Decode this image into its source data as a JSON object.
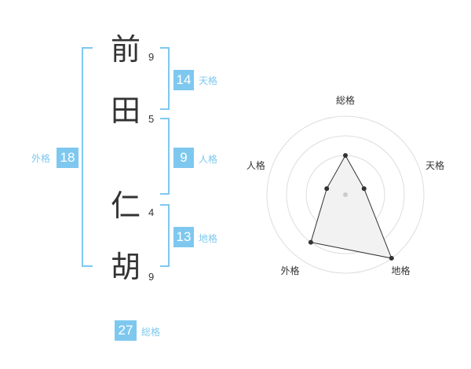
{
  "name": {
    "characters": [
      {
        "char": "前",
        "strokes": "9"
      },
      {
        "char": "田",
        "strokes": "5"
      },
      {
        "char": "仁",
        "strokes": "4"
      },
      {
        "char": "胡",
        "strokes": "9"
      }
    ]
  },
  "kakusu": {
    "tenkaku": {
      "value": "14",
      "label": "天格"
    },
    "jinkaku": {
      "value": "9",
      "label": "人格"
    },
    "chikaku": {
      "value": "13",
      "label": "地格"
    },
    "gaikaku": {
      "value": "18",
      "label": "外格"
    },
    "soukaku": {
      "value": "27",
      "label": "総格"
    }
  },
  "colors": {
    "accent": "#7ec8ef",
    "text": "#333333",
    "grid": "#dddddd",
    "area_fill": "#f2f2f2",
    "polygon_stroke": "#333333"
  },
  "chart_data": {
    "type": "radar",
    "axes": [
      "総格",
      "天格",
      "地格",
      "外格",
      "人格"
    ],
    "levels": 4,
    "values": [
      2,
      1,
      4,
      3,
      1
    ],
    "max": 4
  }
}
